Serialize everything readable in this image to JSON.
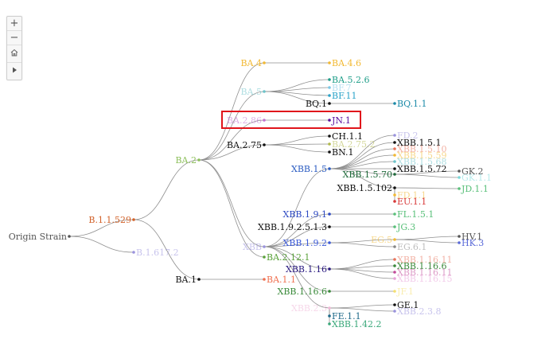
{
  "controls": {
    "zoom_in": "+",
    "zoom_out": "−",
    "home_icon": "home-icon",
    "play_icon": "play-icon"
  },
  "tree": {
    "nodes": [
      {
        "id": "root",
        "label": "Origin Strain",
        "color": "#555555"
      },
      {
        "id": "b11529",
        "label": "B.1.1.529",
        "parent": "root",
        "color": "#d2622a"
      },
      {
        "id": "b16172",
        "label": "B.1.617.2",
        "parent": "root",
        "color": "#9a93dd"
      },
      {
        "id": "ba2",
        "label": "BA.2",
        "parent": "b11529",
        "color": "#8cbf5a"
      },
      {
        "id": "ba1",
        "label": "BA.1",
        "parent": "b11529",
        "color": "#111111"
      },
      {
        "id": "ba4",
        "label": "BA.4",
        "parent": "ba2",
        "color": "#f2b933"
      },
      {
        "id": "ba5",
        "label": "BA.5",
        "parent": "ba2",
        "color": "#6cc3c9"
      },
      {
        "id": "ba286",
        "label": "BA.2.86",
        "parent": "ba2",
        "color": "#c26fd1"
      },
      {
        "id": "ba275",
        "label": "BA.2.75",
        "parent": "ba2",
        "color": "#111111"
      },
      {
        "id": "xbb",
        "label": "XBB",
        "parent": "ba2",
        "color": "#9a93dd"
      },
      {
        "id": "ba2121",
        "label": "BA.2.12.1",
        "parent": "ba2",
        "color": "#5aa23a"
      },
      {
        "id": "ba46",
        "label": "BA.4.6",
        "parent": "ba4",
        "color": "#f2b933"
      },
      {
        "id": "ba526",
        "label": "BA.5.2.6",
        "parent": "ba5",
        "color": "#1f9e89"
      },
      {
        "id": "bf7",
        "label": "BF.7",
        "parent": "ba5",
        "color": "#7ac7e6"
      },
      {
        "id": "bf11",
        "label": "BF.11",
        "parent": "ba5",
        "color": "#2aa3c9"
      },
      {
        "id": "bq1",
        "label": "BQ.1",
        "parent": "ba5",
        "color": "#111111"
      },
      {
        "id": "bq11",
        "label": "BQ.1.1",
        "parent": "bq1",
        "color": "#1b8aa8"
      },
      {
        "id": "jn1",
        "label": "JN.1",
        "parent": "ba286",
        "color": "#5a0fa0"
      },
      {
        "id": "ch11",
        "label": "CH.1.1",
        "parent": "ba275",
        "color": "#111111"
      },
      {
        "id": "ba2752",
        "label": "BA.2.75.2",
        "parent": "ba275",
        "color": "#b0b84a"
      },
      {
        "id": "bn1",
        "label": "BN.1",
        "parent": "ba275",
        "color": "#111111"
      },
      {
        "id": "xbb15",
        "label": "XBB.1.5",
        "parent": "xbb",
        "color": "#2b5cc2"
      },
      {
        "id": "xbb191",
        "label": "XBB.1.9.1",
        "parent": "xbb",
        "color": "#2b48c2"
      },
      {
        "id": "xbb19251",
        "label": "XBB.1.9.2.5.1.3",
        "parent": "xbb",
        "color": "#111111"
      },
      {
        "id": "xbb192",
        "label": "XBB.1.9.2",
        "parent": "xbb",
        "color": "#3b5ad8"
      },
      {
        "id": "xbb116",
        "label": "XBB.1.16",
        "parent": "xbb",
        "color": "#2a1a80"
      },
      {
        "id": "xbb1166p",
        "label": "XBB.1.16.6",
        "parent": "xbb",
        "color": "#3a8a3a"
      },
      {
        "id": "xbb23",
        "label": "XBB.2.3",
        "parent": "xbb",
        "color": "#f0b8d8"
      },
      {
        "id": "ba11",
        "label": "BA.1.1",
        "parent": "ba1",
        "color": "#f07050"
      },
      {
        "id": "fd2",
        "label": "FD.2",
        "parent": "xbb15",
        "color": "#9a93dd"
      },
      {
        "id": "xbb151",
        "label": "XBB.1.5.1",
        "parent": "xbb15",
        "color": "#111111"
      },
      {
        "id": "xbb1510",
        "label": "XBB.1.5.10",
        "parent": "xbb15",
        "color": "#e8735a"
      },
      {
        "id": "xbb1559",
        "label": "XBB.1.5.59",
        "parent": "xbb15",
        "color": "#f2b933"
      },
      {
        "id": "xbb1568",
        "label": "XBB.1.5.68",
        "parent": "xbb15",
        "color": "#6cc3c9"
      },
      {
        "id": "xbb1572",
        "label": "XBB.1.5.72",
        "parent": "xbb15",
        "color": "#111111"
      },
      {
        "id": "xbb1570",
        "label": "XBB.1.5.70",
        "parent": "xbb15",
        "color": "#1f6a3a"
      },
      {
        "id": "xbb15102",
        "label": "XBB.1.5.102",
        "parent": "xbb15",
        "color": "#111111"
      },
      {
        "id": "gk2",
        "label": "GK.2",
        "parent": "xbb1570",
        "color": "#555555"
      },
      {
        "id": "gk11",
        "label": "GK.1.1",
        "parent": "xbb1570",
        "color": "#7ad9d9"
      },
      {
        "id": "jd11",
        "label": "JD.1.1",
        "parent": "xbb15102",
        "color": "#5ac07a"
      },
      {
        "id": "fd11",
        "label": "FD.1.1",
        "parent": "xbb15102",
        "color": "#f2b933"
      },
      {
        "id": "eu11",
        "label": "EU.1.1",
        "parent": "xbb15102",
        "color": "#d83a3a"
      },
      {
        "id": "fl151",
        "label": "FL.1.5.1",
        "parent": "xbb191",
        "color": "#5ac07a"
      },
      {
        "id": "jg3",
        "label": "JG.3",
        "parent": "xbb19251",
        "color": "#5ac07a"
      },
      {
        "id": "eg5",
        "label": "EG.5",
        "parent": "xbb192",
        "color": "#f2b933"
      },
      {
        "id": "eg61",
        "label": "EG.6.1",
        "parent": "xbb192",
        "color": "#888888"
      },
      {
        "id": "hv1",
        "label": "HV.1",
        "parent": "eg5",
        "color": "#555555"
      },
      {
        "id": "hk3",
        "label": "HK.3",
        "parent": "eg5",
        "color": "#5a6ad8"
      },
      {
        "id": "xbb11611",
        "label": "XBB.1.16.11",
        "parent": "xbb116",
        "color": "#e8735a"
      },
      {
        "id": "xbb1166",
        "label": "XBB.1.16.6",
        "parent": "xbb116",
        "color": "#3a8a3a"
      },
      {
        "id": "xbb116_11",
        "label": "XBB.1.16.11",
        "parent": "xbb116",
        "color": "#c24a9a"
      },
      {
        "id": "xbb11615",
        "label": "XBB.1.16.15",
        "parent": "xbb116",
        "color": "#e8a0d8"
      },
      {
        "id": "jf1",
        "label": "JF.1",
        "parent": "xbb1166p",
        "color": "#f5e070"
      },
      {
        "id": "ge1",
        "label": "GE.1",
        "parent": "xbb23",
        "color": "#111111"
      },
      {
        "id": "xbb238",
        "label": "XBB.2.3.8",
        "parent": "xbb23",
        "color": "#9a93dd"
      },
      {
        "id": "fe11",
        "label": "FE.1.1",
        "parent": "xbb23",
        "color": "#1f6a8a"
      },
      {
        "id": "xbb1422",
        "label": "XBB.1.42.2",
        "parent": "xbb23",
        "color": "#3aa87a"
      }
    ],
    "highlight": "jn1",
    "highlight_color": "#e0141b",
    "edge_color": "#8f8f8f"
  }
}
